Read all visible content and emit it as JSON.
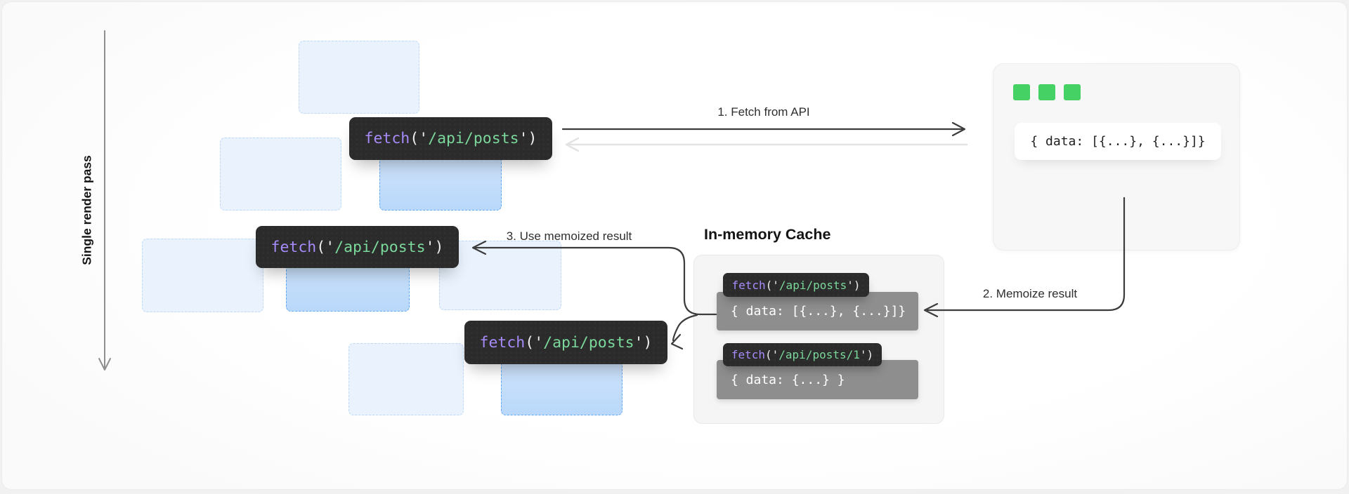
{
  "diagram": {
    "axis_label": "Single render pass",
    "steps": {
      "fetch_from_api": "1. Fetch from API",
      "memoize_result": "2. Memoize result",
      "use_memoized": "3. Use memoized result"
    },
    "fetch_calls": [
      {
        "fn": "fetch",
        "open": "('",
        "path": "/api/posts",
        "close": "')"
      },
      {
        "fn": "fetch",
        "open": "('",
        "path": "/api/posts",
        "close": "')"
      },
      {
        "fn": "fetch",
        "open": "('",
        "path": "/api/posts",
        "close": "')"
      }
    ],
    "cache": {
      "title": "In-memory Cache",
      "entries": [
        {
          "key_fn": "fetch",
          "key_open": "('",
          "key_path": "/api/posts",
          "key_close": "')",
          "value": "{ data: [{...}, {...}]}"
        },
        {
          "key_fn": "fetch",
          "key_open": "('",
          "key_path": "/api/posts/1",
          "key_close": "')",
          "value": "{ data: {...} }"
        }
      ]
    },
    "server": {
      "response": "{ data: [{...}, {...}]}",
      "window_square_count": 3
    },
    "colors": {
      "code_fn": "#a78bfa",
      "code_string": "#7bd89b",
      "code_punct": "#efefef",
      "chip_bg": "#2b2b2b",
      "terminal_square_green": "#45d163",
      "active_box_border": "#60a8f6",
      "placeholder_box_border": "#bedaf8",
      "placeholder_box_fill": "#e9f2fd",
      "cache_value_gray": "#8e8e8e",
      "arrow_dark": "#3c3c3c",
      "arrow_faded": "#e3e3e3",
      "axis_gray": "#8f8f8f"
    }
  }
}
